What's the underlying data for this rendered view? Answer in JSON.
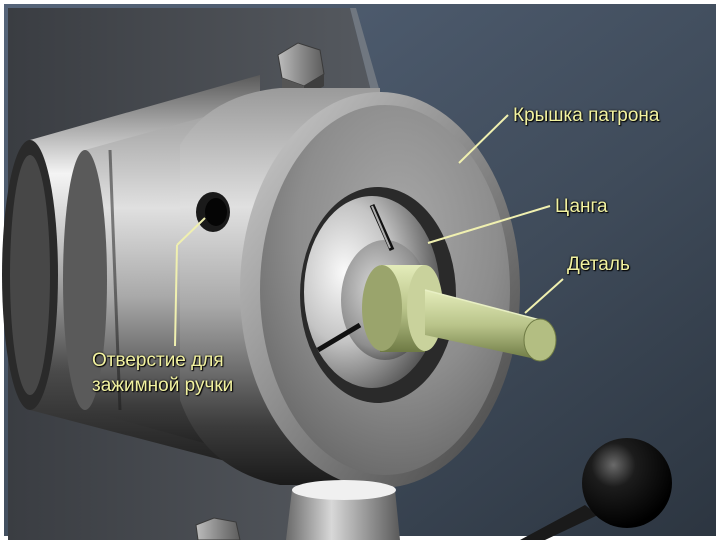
{
  "labels": {
    "chuck_cap": "Крышка патрона",
    "collet": "Цанга",
    "workpiece": "Деталь",
    "handle_hole_line1": "Отверстие для",
    "handle_hole_line2": "зажимной ручки"
  },
  "colors": {
    "background_top": "#4a5868",
    "background_bottom": "#34404c",
    "metal_light": "#e8e8e8",
    "metal_dark": "#2a2a2a",
    "workpiece": "#b8c486",
    "label_text": "#f2f2a0",
    "leader_line": "#f0f0b0"
  }
}
